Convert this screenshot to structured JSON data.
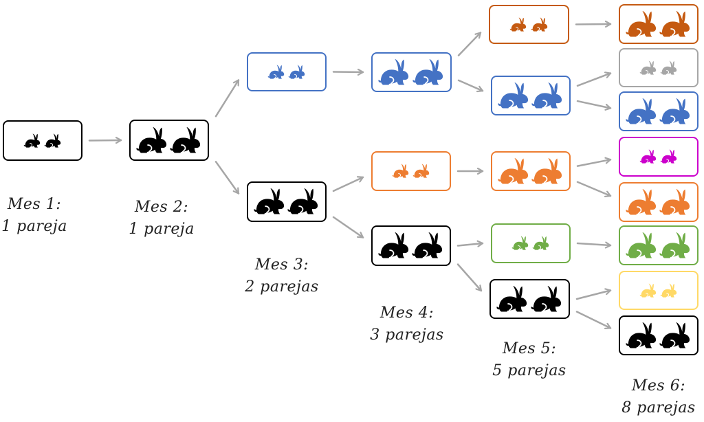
{
  "colors": {
    "arrow": "#a6a6a6",
    "black": "#000000",
    "blue": "#4472c4",
    "orange": "#ed7d31",
    "dark_orange": "#c55a11",
    "gray": "#a6a6a6",
    "magenta": "#cc00cc",
    "green": "#70ad47",
    "yellow": "#ffd966"
  },
  "boxes": [
    {
      "id": "m1-p1",
      "color": "black",
      "size": "young"
    },
    {
      "id": "m2-p1",
      "color": "black",
      "size": "adult"
    },
    {
      "id": "m3-p1",
      "color": "blue",
      "size": "young"
    },
    {
      "id": "m3-p2",
      "color": "black",
      "size": "adult"
    },
    {
      "id": "m4-p1",
      "color": "blue",
      "size": "adult"
    },
    {
      "id": "m4-p2",
      "color": "orange",
      "size": "young"
    },
    {
      "id": "m4-p3",
      "color": "black",
      "size": "adult"
    },
    {
      "id": "m5-p1",
      "color": "dark_orange",
      "size": "young"
    },
    {
      "id": "m5-p2",
      "color": "blue",
      "size": "adult"
    },
    {
      "id": "m5-p3",
      "color": "orange",
      "size": "adult"
    },
    {
      "id": "m5-p4",
      "color": "green",
      "size": "young"
    },
    {
      "id": "m5-p5",
      "color": "black",
      "size": "adult"
    },
    {
      "id": "m6-p1",
      "color": "dark_orange",
      "size": "adult"
    },
    {
      "id": "m6-p2",
      "color": "gray",
      "size": "young"
    },
    {
      "id": "m6-p3",
      "color": "blue",
      "size": "adult"
    },
    {
      "id": "m6-p4",
      "color": "magenta",
      "size": "young"
    },
    {
      "id": "m6-p5",
      "color": "orange",
      "size": "adult"
    },
    {
      "id": "m6-p6",
      "color": "green",
      "size": "adult"
    },
    {
      "id": "m6-p7",
      "color": "yellow",
      "size": "young"
    },
    {
      "id": "m6-p8",
      "color": "black",
      "size": "adult"
    }
  ],
  "arrows": [
    [
      "m1-p1",
      "m2-p1"
    ],
    [
      "m2-p1",
      "m3-p1"
    ],
    [
      "m2-p1",
      "m3-p2"
    ],
    [
      "m3-p1",
      "m4-p1"
    ],
    [
      "m3-p2",
      "m4-p2"
    ],
    [
      "m3-p2",
      "m4-p3"
    ],
    [
      "m4-p1",
      "m5-p1"
    ],
    [
      "m4-p1",
      "m5-p2"
    ],
    [
      "m4-p2",
      "m5-p3"
    ],
    [
      "m4-p3",
      "m5-p4"
    ],
    [
      "m4-p3",
      "m5-p5"
    ],
    [
      "m5-p1",
      "m6-p1"
    ],
    [
      "m5-p2",
      "m6-p2"
    ],
    [
      "m5-p2",
      "m6-p3"
    ],
    [
      "m5-p3",
      "m6-p4"
    ],
    [
      "m5-p3",
      "m6-p5"
    ],
    [
      "m5-p4",
      "m6-p6"
    ],
    [
      "m5-p5",
      "m6-p7"
    ],
    [
      "m5-p5",
      "m6-p8"
    ]
  ],
  "months": [
    {
      "title": "Mes 1:",
      "count": "1 pareja"
    },
    {
      "title": "Mes 2:",
      "count": "1 pareja"
    },
    {
      "title": "Mes 3:",
      "count": "2 parejas"
    },
    {
      "title": "Mes 4:",
      "count": "3 parejas"
    },
    {
      "title": "Mes 5:",
      "count": "5 parejas"
    },
    {
      "title": "Mes 6:",
      "count": "8 parejas"
    }
  ]
}
